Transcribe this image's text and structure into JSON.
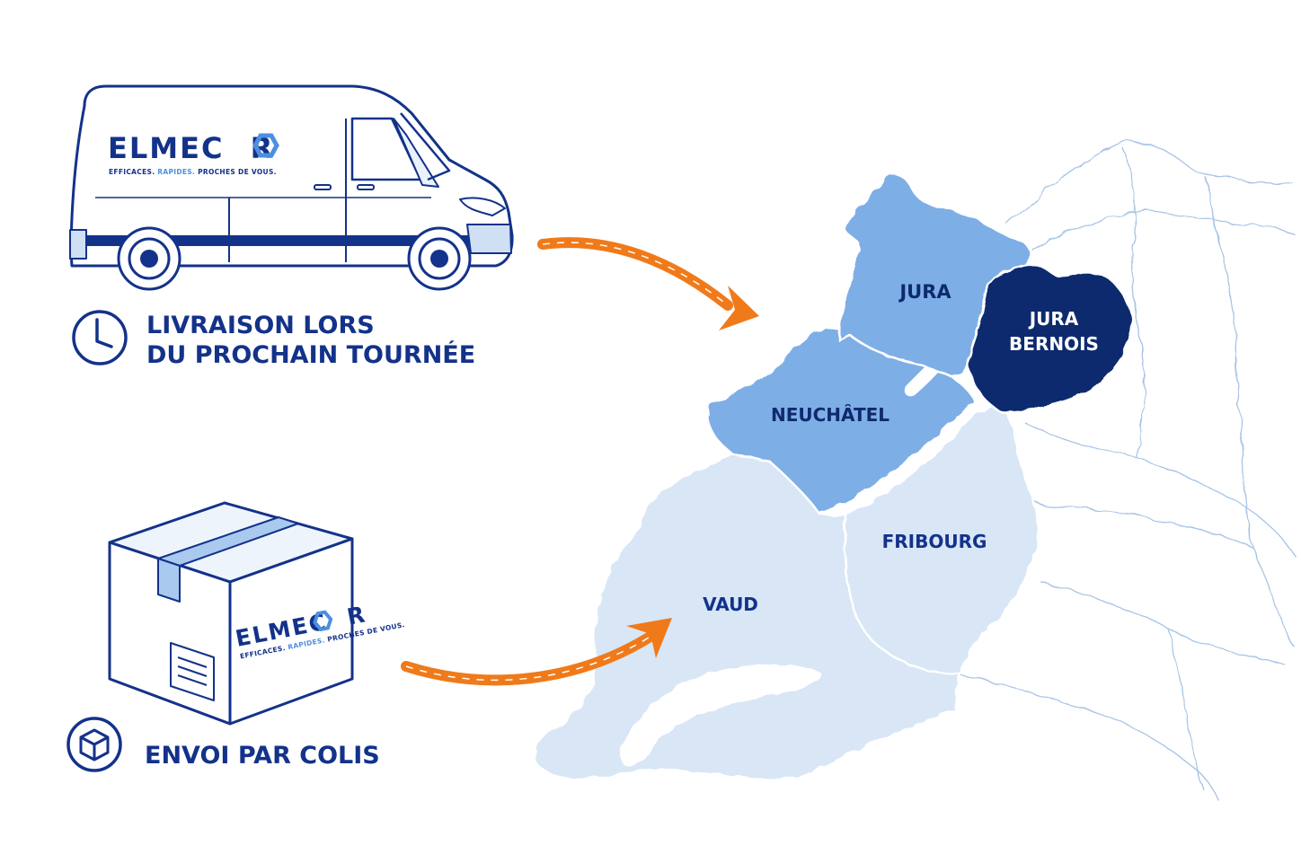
{
  "colors": {
    "navy": "#13328a",
    "navy_dark": "#0e2a6e",
    "blue_mid": "#7eaee6",
    "blue_light": "#d8e6f6",
    "blue_accent": "#4d8fe0",
    "orange": "#f07a1a",
    "outline_faint": "#a8c4e6"
  },
  "delivery": {
    "van": {
      "brand_part1": "ELMEC",
      "brand_part2": "R",
      "tagline_part1": "EFFICACES.",
      "tagline_part2": "RAPIDES.",
      "tagline_part3": "PROCHES DE VOUS."
    },
    "van_caption": {
      "icon": "clock-icon",
      "line1": "LIVRAISON LORS",
      "line2": "DU PROCHAIN TOURNÉE"
    },
    "box": {
      "brand_part1": "ELMEC",
      "brand_part2": "R",
      "tagline_part1": "EFFICACES.",
      "tagline_part2": "RAPIDES.",
      "tagline_part3": "PROCHES DE VOUS."
    },
    "box_caption": {
      "icon": "package-icon",
      "line1": "ENVOI PAR COLIS"
    }
  },
  "map": {
    "regions": {
      "jura": "JURA",
      "jura_bernois_line1": "JURA",
      "jura_bernois_line2": "BERNOIS",
      "neuchatel": "NEUCHÂTEL",
      "vaud": "VAUD",
      "fribourg": "FRIBOURG"
    }
  }
}
